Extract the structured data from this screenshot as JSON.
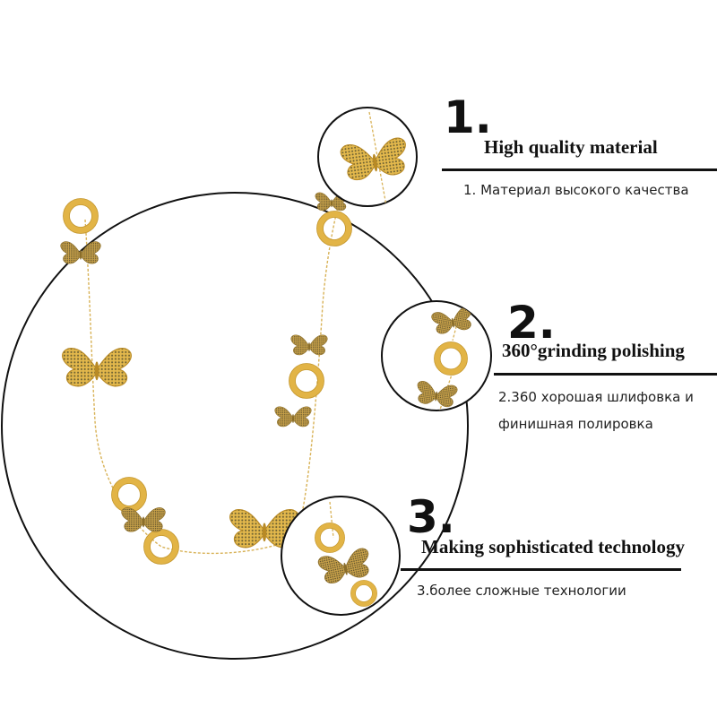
{
  "colors": {
    "gold": "#e2b446",
    "gold_dark": "#b88a26",
    "chain": "#d8b257",
    "stone": "#6e6232",
    "ink": "#111111"
  },
  "features": [
    {
      "number": "1.",
      "title": "High quality material",
      "subtitle_lines": [
        "1. Материал высокого качества"
      ]
    },
    {
      "number": "2.",
      "title": "360°grinding polishing",
      "subtitle_lines": [
        "2.360 хорошая шлифовка и",
        "финишная полировка"
      ]
    },
    {
      "number": "3.",
      "title": "Making sophisticated technology",
      "subtitle_lines": [
        "3.более сложные технологии"
      ]
    }
  ]
}
